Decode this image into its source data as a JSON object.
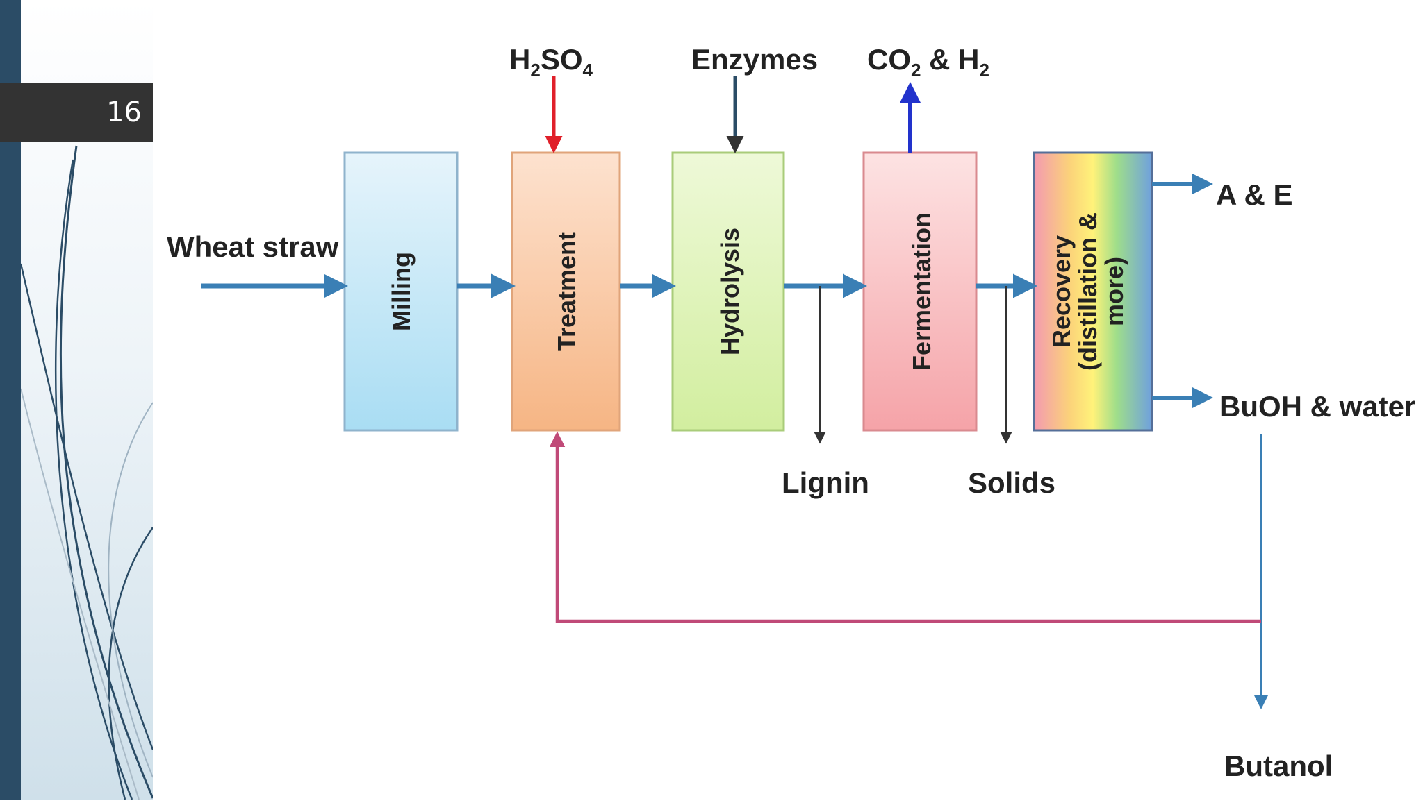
{
  "slide": {
    "page_number": "16"
  },
  "inputs": {
    "feed": "Wheat straw",
    "acid": {
      "base": "H",
      "sub1": "2",
      "mid": "SO",
      "sub2": "4"
    },
    "enzymes": "Enzymes",
    "gas": {
      "a": "CO",
      "a_sub": "2",
      "amp": " & H",
      "b_sub": "2"
    }
  },
  "steps": {
    "milling": "Milling",
    "treatment": "Treatment",
    "hydrolysis": "Hydrolysis",
    "fermentation": "Fermentation",
    "recovery_line1": "Recovery",
    "recovery_line2": "(distillation &",
    "recovery_line3": "more)"
  },
  "outputs": {
    "ae": "A & E",
    "buoh": "BuOH & water",
    "lignin": "Lignin",
    "solids": "Solids",
    "butanol": "Butanol"
  },
  "colors": {
    "flow_arrow": "#3a7fb5",
    "acid_arrow": "#e0202a",
    "gas_arrow": "#2233cc",
    "recycle_line": "#c04a78",
    "dark_arrow": "#333333"
  }
}
